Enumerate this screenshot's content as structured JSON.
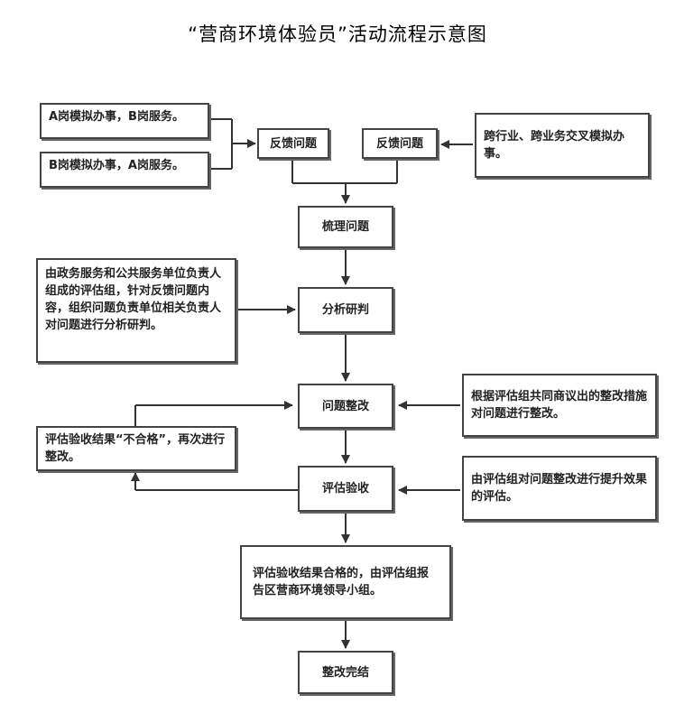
{
  "title": "“营商环境体验员”活动流程示意图",
  "nodes": {
    "role_ab": "A岗模拟办事，B岗服务。",
    "role_ba": "B岗模拟办事，A岗服务。",
    "cross": "跨行业、跨业务交叉模拟办事。",
    "feedback_left": "反馈问题",
    "feedback_right": "反馈问题",
    "sort": "梳理问题",
    "eval_group": "由政务服务和公共服务单位负责人组成的评估组，针对反馈问题内容，组织问题负责单位相关负责人对问题进行分析研判。",
    "analyze": "分析研判",
    "rectify": "问题整改",
    "rectify_basis": "根据评估组共同商议出的整改措施对问题进行整改。",
    "fail": "评估验收结果“不合格”，再次进行整改。",
    "accept": "评估验收",
    "accept_basis": "由评估组对问题整改进行提升效果的评估。",
    "pass": "评估验收结果合格的，由评估组报告区营商环境领导小组。",
    "done": "整改完结"
  }
}
